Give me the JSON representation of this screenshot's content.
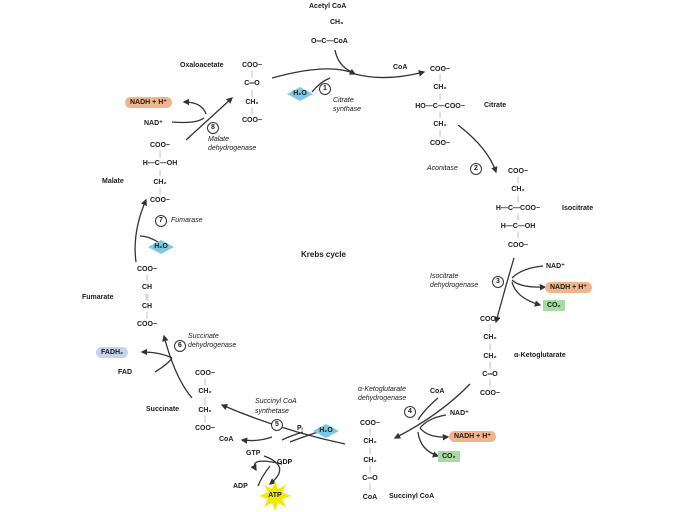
{
  "title": "Krebs cycle",
  "acetyl_coa": {
    "name": "Acetyl CoA",
    "top": "CH₃",
    "bottom": "O═C—CoA"
  },
  "citrate": {
    "name": "Citrate",
    "lines": [
      "COO−",
      "CH₂",
      "HO—C—COO−",
      "CH₂",
      "COO−"
    ]
  },
  "isocitrate": {
    "name": "Isocitrate",
    "lines": [
      "COO−",
      "CH₂",
      "H—C—COO−",
      "H—C—OH",
      "COO−"
    ]
  },
  "alpha_ketoglutarate": {
    "name": "α-Ketoglutarate",
    "lines": [
      "COO−",
      "CH₂",
      "CH₂",
      "C═O",
      "COO−"
    ]
  },
  "succinyl_coa": {
    "name": "Succinyl CoA",
    "lines": [
      "COO−",
      "CH₂",
      "CH₂",
      "C═O",
      "CoA"
    ]
  },
  "succinate": {
    "name": "Succinate",
    "lines": [
      "COO−",
      "CH₂",
      "CH₂",
      "COO−"
    ]
  },
  "fumarate": {
    "name": "Fumarate",
    "lines": [
      "COO−",
      "CH",
      "CH",
      "COO−"
    ]
  },
  "malate": {
    "name": "Malate",
    "lines": [
      "COO−",
      "H—C—OH",
      "CH₂",
      "COO−"
    ]
  },
  "oxaloacetate": {
    "name": "Oxaloacetate",
    "lines": [
      "COO−",
      "C═O",
      "CH₂",
      "COO−"
    ]
  },
  "enzymes": {
    "e1": {
      "num": "1",
      "name1": "Citrate",
      "name2": "synthase"
    },
    "e2": {
      "num": "2",
      "name1": "Aconitase"
    },
    "e3": {
      "num": "3",
      "name1": "Isocitrate",
      "name2": "dehydrogenase"
    },
    "e4": {
      "num": "4",
      "name1": "α-Ketoglutarate",
      "name2": "dehydrogenase"
    },
    "e5": {
      "num": "5",
      "name1": "Succinyl CoA",
      "name2": "synthetase"
    },
    "e6": {
      "num": "6",
      "name1": "Succinate",
      "name2": "dehydrogenase"
    },
    "e7": {
      "num": "7",
      "name1": "Fumarase"
    },
    "e8": {
      "num": "8",
      "name1": "Malate",
      "name2": "dehydrogenase"
    }
  },
  "cofactors": {
    "coa_out_1": "CoA",
    "h2o": "H₂O",
    "nad_plus": "NAD⁺",
    "nadh": "NADH + H⁺",
    "co2": "CO₂",
    "coa_in_4": "CoA",
    "pi": "Pᵢ",
    "coa_out_5": "CoA",
    "gtp": "GTP",
    "gdp": "GDP",
    "adp": "ADP",
    "atp": "ATP",
    "fad": "FAD",
    "fadh2": "FADH₂"
  },
  "colors": {
    "nadh": "#f2b48a",
    "h2o": "#7ec8e3",
    "co2": "#a7dba1",
    "fadh2": "#c7d3ec",
    "atp": "#f5e800",
    "arrow": "#333333"
  }
}
